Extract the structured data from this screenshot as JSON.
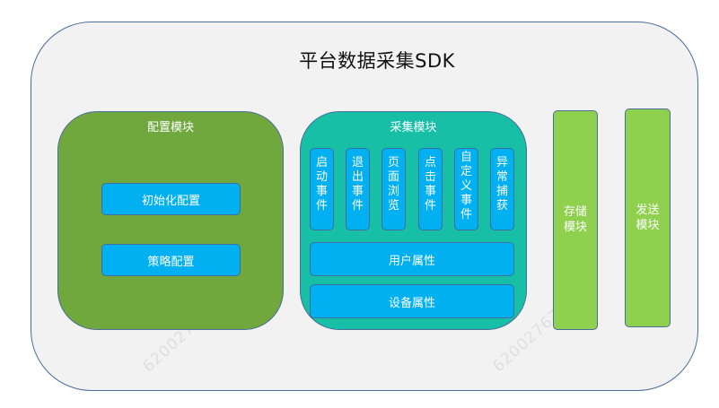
{
  "title": "平台数据采集SDK",
  "config_module": {
    "label": "配置模块",
    "items": [
      "初始化配置",
      "策略配置"
    ]
  },
  "collect_module": {
    "label": "采集模块",
    "events": [
      {
        "chars": [
          "启",
          "动",
          "事",
          "件"
        ]
      },
      {
        "chars": [
          "退",
          "出",
          "事",
          "件"
        ]
      },
      {
        "chars": [
          "页",
          "面",
          "浏",
          "览"
        ]
      },
      {
        "chars": [
          "点",
          "击",
          "事",
          "件"
        ]
      },
      {
        "chars": [
          "自",
          "定",
          "义",
          "事",
          "件"
        ]
      },
      {
        "chars": [
          "异",
          "常",
          "捕",
          "获"
        ]
      }
    ],
    "attributes": [
      "用户属性",
      "设备属性"
    ]
  },
  "storage_module": {
    "lines": [
      "存储",
      "模块"
    ]
  },
  "send_module": {
    "lines": [
      "发送",
      "模块"
    ]
  },
  "watermark": "62002767"
}
